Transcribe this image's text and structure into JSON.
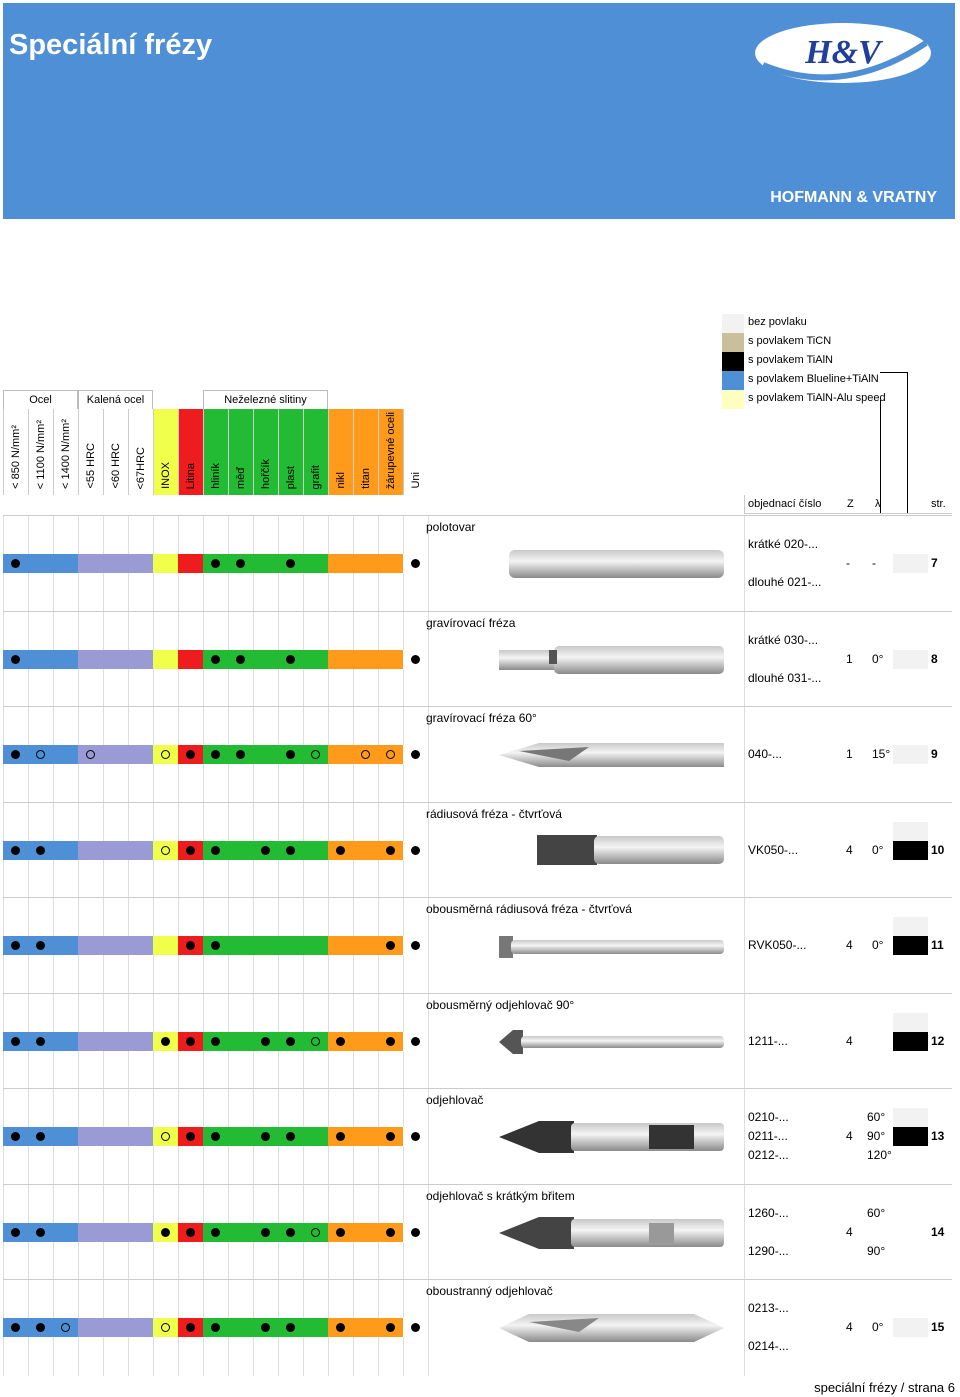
{
  "header": {
    "title": "Speciální frézy",
    "brand": "HOFMANN & VRATNY",
    "logo_text": "H&V"
  },
  "coatings": [
    {
      "label": "bez povlaku",
      "color": "#f2f2f2"
    },
    {
      "label": "s povlakem TiCN",
      "color": "#c9c09b"
    },
    {
      "label": "s povlakem TiAlN",
      "color": "#000000"
    },
    {
      "label": "s povlakem Blueline+TiAlN",
      "color": "#4f8fd6"
    },
    {
      "label": "s povlakem TiAlN-Alu speed",
      "color": "#ffffc0"
    }
  ],
  "groups": [
    {
      "label": "Ocel"
    },
    {
      "label": "Kalená ocel"
    },
    {
      "label": "Neželezné slitiny"
    }
  ],
  "materials": [
    {
      "label": "< 850 N/mm²",
      "color": "#4f8fd6"
    },
    {
      "label": "< 1100 N/mm²",
      "color": "#4f8fd6"
    },
    {
      "label": "< 1400 N/mm²",
      "color": "#4f8fd6"
    },
    {
      "label": "<55 HRC",
      "color": "#9a9ad4"
    },
    {
      "label": "<60 HRC",
      "color": "#9a9ad4"
    },
    {
      "label": "<67HRC",
      "color": "#9a9ad4"
    },
    {
      "label": "INOX",
      "color": "#efff4a"
    },
    {
      "label": "Litina",
      "color": "#ee1c1c"
    },
    {
      "label": "hliník",
      "color": "#22bb33"
    },
    {
      "label": "měď",
      "color": "#22bb33"
    },
    {
      "label": "hořčík",
      "color": "#22bb33"
    },
    {
      "label": "plast",
      "color": "#22bb33"
    },
    {
      "label": "grafit",
      "color": "#22bb33"
    },
    {
      "label": "nikl",
      "color": "#ff9a1a"
    },
    {
      "label": "titan",
      "color": "#ff9a1a"
    },
    {
      "label": "žárupevné oceli",
      "color": "#ff9a1a"
    },
    {
      "label": "Uni",
      "color": "#ffffff"
    }
  ],
  "columns": {
    "order": "objednací číslo",
    "z": "Z",
    "lambda": "λ",
    "page": "str."
  },
  "products": [
    {
      "title": "polotovar",
      "codes": [
        "krátké 020-...",
        "dlouhé 021-..."
      ],
      "z": "-",
      "lambda": "-",
      "page": "7",
      "marks": [
        "f",
        "",
        "",
        "",
        "",
        "",
        "",
        "",
        "f",
        "f",
        "",
        "f",
        "",
        "",
        "",
        "",
        "f"
      ],
      "coats": [
        "#f2f2f2"
      ]
    },
    {
      "title": "gravírovací fréza",
      "codes": [
        "krátké 030-...",
        "dlouhé 031-..."
      ],
      "z": "1",
      "lambda": "0°",
      "page": "8",
      "marks": [
        "f",
        "",
        "",
        "",
        "",
        "",
        "",
        "",
        "f",
        "f",
        "",
        "f",
        "",
        "",
        "",
        "",
        "f"
      ],
      "coats": [
        "#f2f2f2"
      ]
    },
    {
      "title": "gravírovací fréza 60°",
      "codes": [
        "040-..."
      ],
      "z": "1",
      "lambda": "15°",
      "page": "9",
      "marks": [
        "f",
        "r",
        "",
        "r",
        "",
        "",
        "r",
        "f",
        "f",
        "f",
        "",
        "f",
        "r",
        "",
        "r",
        "r",
        "f"
      ],
      "coats": [
        "#f2f2f2"
      ]
    },
    {
      "title": "rádiusová fréza - čtvrťová",
      "codes": [
        "VK050-..."
      ],
      "z": "4",
      "lambda": "0°",
      "page": "10",
      "marks": [
        "f",
        "f",
        "",
        "",
        "",
        "",
        "r",
        "f",
        "f",
        "",
        "f",
        "f",
        "",
        "f",
        "",
        "f",
        "f"
      ],
      "coats": [
        "#f2f2f2",
        "#000000"
      ]
    },
    {
      "title": "obousměrná rádiusová fréza - čtvrťová",
      "codes": [
        "RVK050-..."
      ],
      "z": "4",
      "lambda": "0°",
      "page": "11",
      "marks": [
        "f",
        "f",
        "",
        "",
        "",
        "",
        "",
        "f",
        "f",
        "",
        "",
        "",
        "",
        "",
        "",
        "f",
        "f"
      ],
      "coats": [
        "#f2f2f2",
        "#000000"
      ]
    },
    {
      "title": "obousměrný odjehlovač 90°",
      "codes": [
        "1211-..."
      ],
      "z": "4",
      "lambda": "",
      "page": "12",
      "marks": [
        "f",
        "f",
        "",
        "",
        "",
        "",
        "f",
        "f",
        "f",
        "",
        "f",
        "f",
        "r",
        "f",
        "",
        "f",
        "f"
      ],
      "coats": [
        "#f2f2f2",
        "#000000"
      ]
    },
    {
      "title": "odjehlovač",
      "codes": [
        "0210-...",
        "0211-...",
        "0212-..."
      ],
      "z": "4",
      "lambda_list": [
        "60°",
        "90°",
        "120°"
      ],
      "page": "13",
      "marks": [
        "f",
        "f",
        "",
        "",
        "",
        "",
        "r",
        "f",
        "f",
        "",
        "f",
        "f",
        "",
        "f",
        "",
        "f",
        "f"
      ],
      "coats": [
        "#f2f2f2",
        "#000000"
      ]
    },
    {
      "title": "odjehlovač s krátkým břitem",
      "codes": [
        "1260-...",
        "1290-..."
      ],
      "z": "4",
      "lambda_list": [
        "60°",
        "90°"
      ],
      "page": "14",
      "marks": [
        "f",
        "f",
        "",
        "",
        "",
        "",
        "f",
        "f",
        "f",
        "",
        "f",
        "f",
        "r",
        "f",
        "",
        "f",
        "f"
      ],
      "coats": []
    },
    {
      "title": "oboustranný odjehlovač",
      "codes": [
        "0213-...",
        "0214-..."
      ],
      "z": "4",
      "lambda": "0°",
      "page": "15",
      "marks": [
        "f",
        "f",
        "r",
        "",
        "",
        "",
        "r",
        "f",
        "f",
        "",
        "f",
        "f",
        "",
        "f",
        "",
        "f",
        "f"
      ],
      "coats": [
        "#f2f2f2"
      ]
    }
  ],
  "footer": "speciální frézy / strana 6"
}
